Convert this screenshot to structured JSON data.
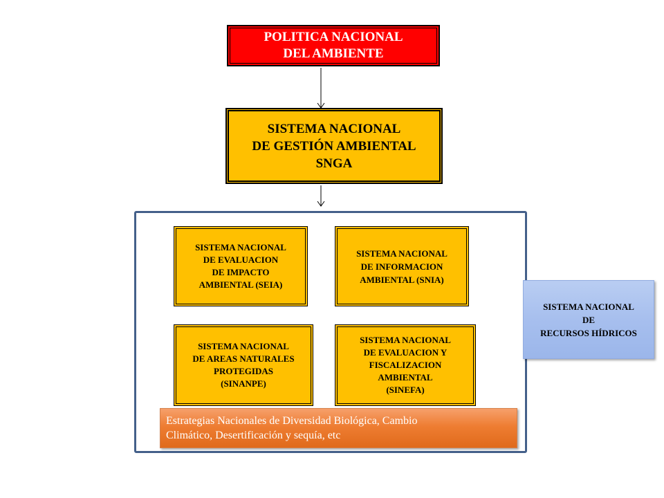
{
  "top": {
    "lines": [
      "POLITICA  NACIONAL",
      "DEL AMBIENTE"
    ]
  },
  "snga": {
    "lines": [
      "SISTEMA NACIONAL",
      "DE GESTIÓN AMBIENTAL",
      "SNGA"
    ]
  },
  "seia": {
    "lines": [
      "SISTEMA NACIONAL",
      "DE EVALUACION",
      "DE IMPACTO",
      "AMBIENTAL (SEIA)"
    ]
  },
  "snia": {
    "lines": [
      "SISTEMA NACIONAL",
      "DE INFORMACION",
      "AMBIENTAL  (SNIA)"
    ]
  },
  "sinanpe": {
    "lines": [
      "SISTEMA NACIONAL",
      "DE AREAS NATURALES",
      "PROTEGIDAS",
      "(SINANPE)"
    ]
  },
  "sinefa": {
    "lines": [
      "SISTEMA NACIONAL",
      "DE EVALUACION Y",
      "FISCALIZACION",
      "AMBIENTAL",
      "(SINEFA)"
    ]
  },
  "recursos": {
    "lines": [
      "SISTEMA NACIONAL",
      "DE",
      "RECURSOS HÍDRICOS"
    ]
  },
  "estrategias": {
    "lines": [
      "Estrategias Nacionales de Diversidad Biológica, Cambio",
      "Climático, Desertificación y sequía, etc"
    ]
  },
  "colors": {
    "red": "#ff0000",
    "gold": "#ffc000",
    "frame": "#44608a",
    "blue": "#a7bfee",
    "orange": "#ee7d32"
  }
}
